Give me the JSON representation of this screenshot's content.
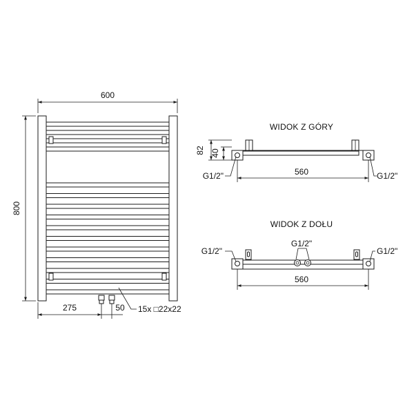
{
  "front_view": {
    "width_label": "600",
    "height_label": "800",
    "offset_label": "275",
    "spacing_label": "50",
    "tubes_label": "15x □22x22",
    "tube_count": 15
  },
  "top_view": {
    "title": "WIDOK Z GÓRY",
    "depth_total_label": "82",
    "depth_inner_label": "40",
    "center_label": "560",
    "port_left_label": "G1/2\"",
    "port_right_label": "G1/2\""
  },
  "bottom_view": {
    "title": "WIDOK Z DOŁU",
    "center_label": "560",
    "port_left_label": "G1/2\"",
    "port_middle_label": "G1/2\"",
    "port_right_label": "G1/2\""
  }
}
